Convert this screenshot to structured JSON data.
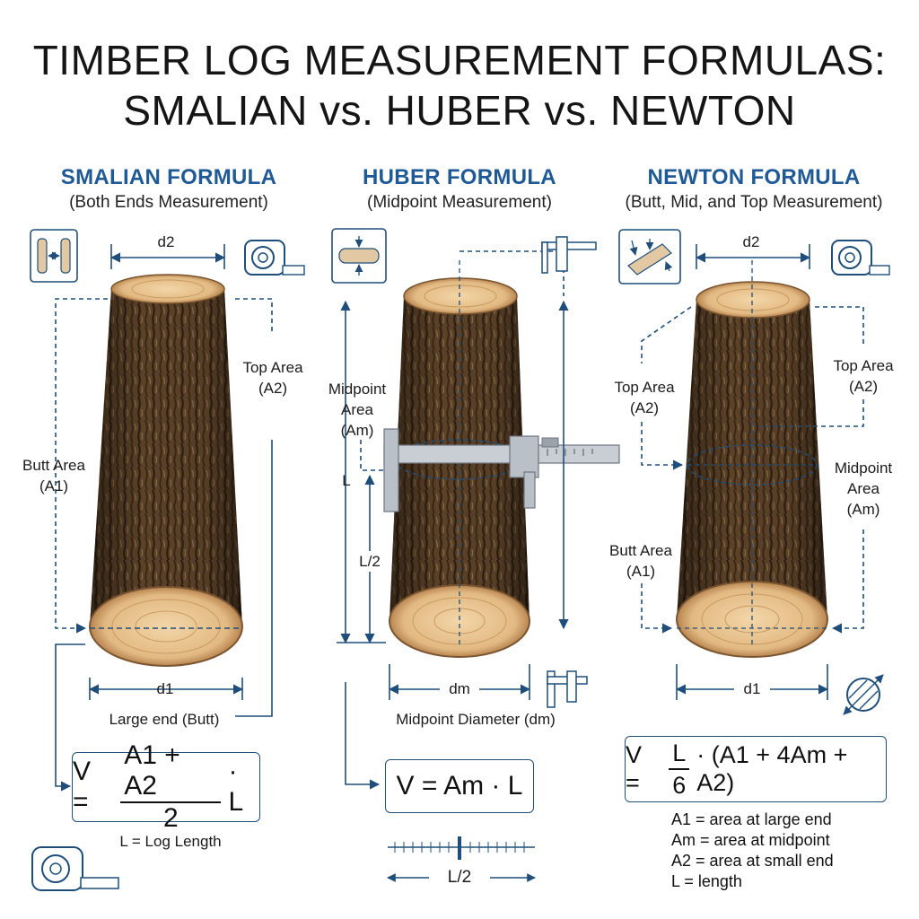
{
  "title": {
    "line1": "TIMBER LOG MEASUREMENT FORMULAS:",
    "line2": "SMALIAN vs. HUBER vs. NEWTON"
  },
  "colors": {
    "accent": "#1f5a96",
    "line": "#1f4e7a",
    "bark": "#5b4128",
    "wood": "#e2b982"
  },
  "smalian": {
    "heading": "SMALIAN FORMULA",
    "subheading": "(Both Ends Measurement)",
    "d_top": "d2",
    "d_bottom": "d1",
    "top_area_label": "Top Area",
    "top_area_symbol": "(A2)",
    "butt_area_label": "Butt Area",
    "butt_area_symbol": "(A1)",
    "large_end_label": "Large end (Butt)",
    "formula_lhs": "V =",
    "formula_num": "A1 + A2",
    "formula_den": "2",
    "formula_rhs": "· L",
    "note": "L = Log Length",
    "icons": [
      "both-ends-icon",
      "tape-measure-icon",
      "tape-measure-icon"
    ]
  },
  "huber": {
    "heading": "HUBER FORMULA",
    "subheading": "(Midpoint Measurement)",
    "mid_area_label_1": "Midpoint",
    "mid_area_label_2": "Area",
    "mid_area_symbol": "(Am)",
    "length_label": "L",
    "half_length_label": "L/2",
    "d_bottom": "dm",
    "mid_diameter_label": "Midpoint Diameter (dm)",
    "formula": "V = Am · L",
    "scale_label": "L/2",
    "icons": [
      "midpoint-icon",
      "caliper-icon",
      "caliper-icon"
    ]
  },
  "newton": {
    "heading": "NEWTON FORMULA",
    "subheading": "(Butt, Mid, and Top Measurement)",
    "d_top": "d2",
    "d_bottom": "d1",
    "top_area_label": "Top Area",
    "top_area_symbol": "(A2)",
    "top_area_label_right": "Top Area",
    "top_area_symbol_right": "(A2)",
    "mid_area_label_1": "Midpoint",
    "mid_area_label_2": "Area",
    "mid_area_symbol": "(Am)",
    "butt_area_label": "Butt Area",
    "butt_area_symbol": "(A1)",
    "formula_lhs": "V =",
    "formula_num": "L",
    "formula_den": "6",
    "formula_rhs": "· (A1 + 4Am + A2)",
    "legend": [
      "A1 = area at large end",
      "Am = area at midpoint",
      "A2 = area at small end",
      "L = length"
    ],
    "icons": [
      "three-point-icon",
      "tape-measure-icon",
      "cross-section-icon"
    ]
  }
}
